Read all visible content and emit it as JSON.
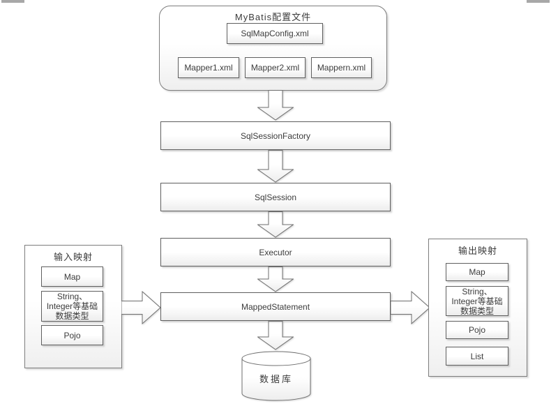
{
  "colors": {
    "box_border": "#5f5f5f",
    "group_border": "#7d7d7d",
    "text": "#3b3b3b",
    "shape_fill_top": "#ffffff",
    "shape_fill_bottom": "#ededed"
  },
  "config_group": {
    "title": "MyBatis配置文件",
    "main_file": "SqlMapConfig.xml",
    "mappers": [
      "Mapper1.xml",
      "Mapper2.xml",
      "Mappern.xml"
    ]
  },
  "flow_nodes": [
    "SqlSessionFactory",
    "SqlSession",
    "Executor",
    "MappedStatement"
  ],
  "database_label": "数据库",
  "input_mapping": {
    "title": "输入映射",
    "items": [
      "Map",
      "String、\nInteger等基础\n数据类型",
      "Pojo"
    ]
  },
  "output_mapping": {
    "title": "输出映射",
    "items": [
      "Map",
      "String、\nInteger等基础\n数据类型",
      "Pojo",
      "List"
    ]
  }
}
